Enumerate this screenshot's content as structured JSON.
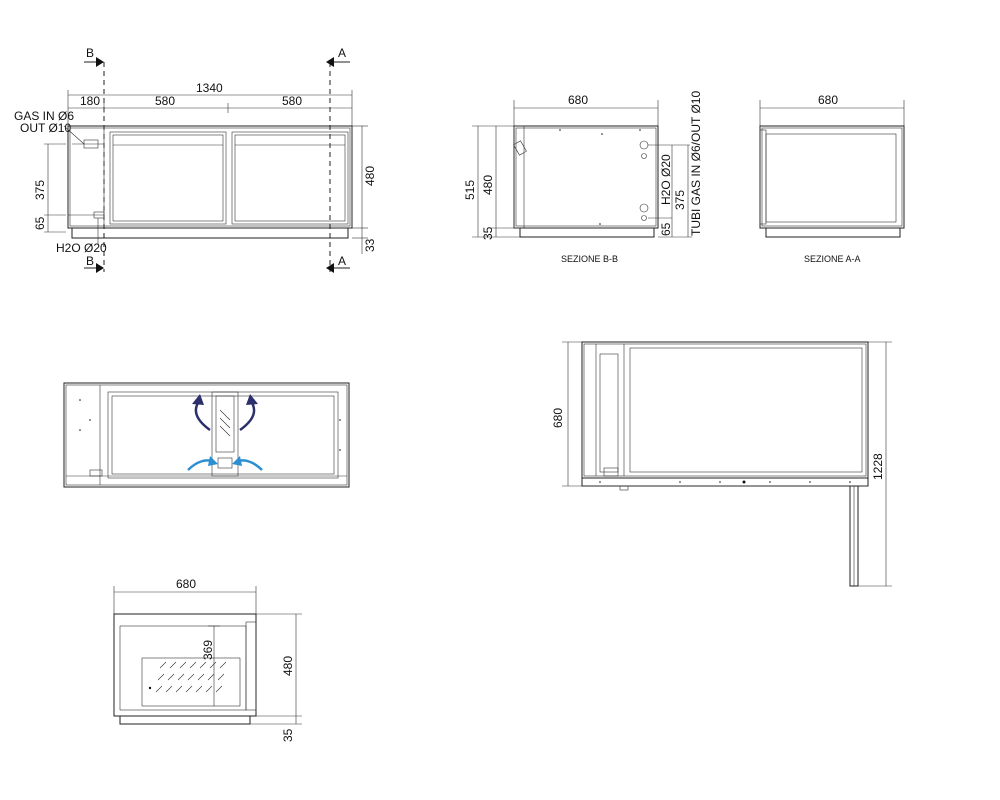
{
  "front_view": {
    "section_b": "B",
    "section_a": "A",
    "dim_total_width": "1340",
    "dim_left": "180",
    "dim_mid": "580",
    "dim_right": "580",
    "dim_height": "480",
    "dim_375": "375",
    "dim_65": "65",
    "dim_33": "33",
    "gas_label_1": "GAS IN Ø6",
    "gas_label_2": "OUT Ø10",
    "h2o_label": "H2O Ø20"
  },
  "section_bb": {
    "dim_width": "680",
    "dim_515": "515",
    "dim_480": "480",
    "dim_35": "35",
    "h2o_label": "H2O Ø20",
    "dim_375": "375",
    "dim_65": "65",
    "tubi_label": "TUBI GAS IN Ø6/OUT Ø10",
    "caption": "SEZIONE B-B"
  },
  "section_aa": {
    "dim_width": "680",
    "caption": "SEZIONE A-A"
  },
  "side_open_view": {
    "dim_680": "680",
    "dim_1228": "1228"
  },
  "top_view": {
    "dim_width": "680",
    "dim_369": "369",
    "dim_480": "480",
    "dim_35": "35"
  },
  "colors": {
    "line": "#222222",
    "airflow_out": "#2b2f6b",
    "airflow_in": "#2b8fd1"
  }
}
